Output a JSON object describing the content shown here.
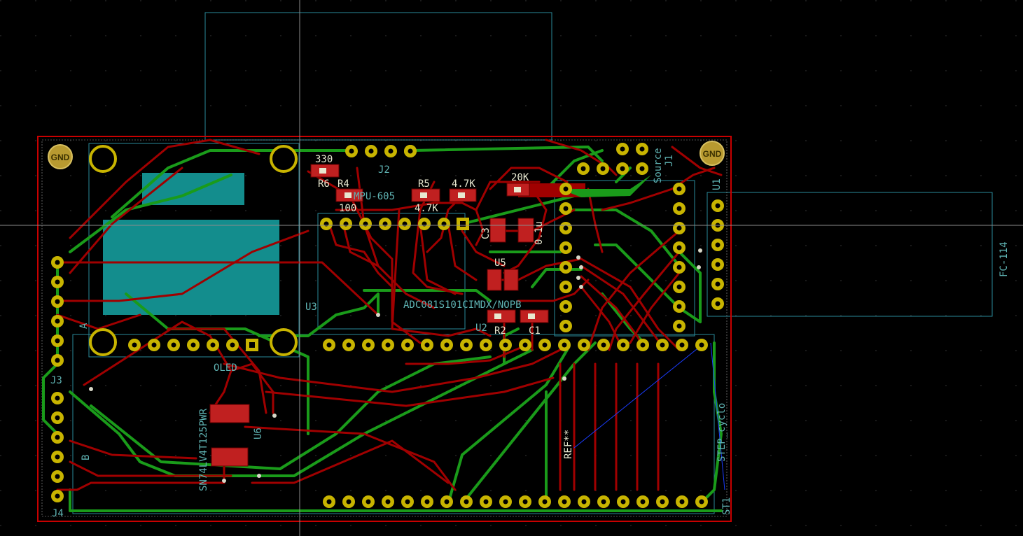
{
  "board": {
    "mounting_holes": [
      {
        "label": "GND"
      },
      {
        "label": "GND"
      }
    ],
    "labels": {
      "r6_value": "330",
      "r6_ref": "R6",
      "r4_ref": "R4",
      "r4_value": "100",
      "j2_ref": "J2",
      "mpu_value": "MPU-605",
      "r5_ref": "R5",
      "r5_value": "4.7K",
      "r3_value": "4.7K",
      "r1_value": "20K",
      "source_ref": "Source",
      "j1_ref": "J1",
      "u1_ref": "U1",
      "fc114_value": "FC-114",
      "c3_ref": "C3",
      "u5_ref": "U5",
      "c2_value": "0.1u",
      "u3_ref": "U3",
      "adc_value": "ADC081S101CIMDX/NOPB",
      "u2_ref": "U2",
      "r2_ref": "R2",
      "c1_ref": "C1",
      "j3_ref": "J3",
      "j4_ref": "J4",
      "oled_value": "OLED",
      "level_shifter_value": "SN74LV4T125PWR",
      "u6_ref": "U6",
      "ref_stars": "REF**",
      "step_value": "STEP_cyclo",
      "st1_ref": "ST1",
      "a_label": "A",
      "b_label": "B"
    }
  },
  "colors": {
    "background": "#000000",
    "copper_front": "#a00000",
    "copper_back": "#1a9b1a",
    "silkscreen": "#5fb3b3",
    "fabrication": "#e8e8d0",
    "edge_cuts": "#c80000",
    "zone_fill": "#138d8d",
    "pad_gold": "#c8b400",
    "ratsnest": "#1a3cff",
    "cursor": "#8c8c8c"
  }
}
